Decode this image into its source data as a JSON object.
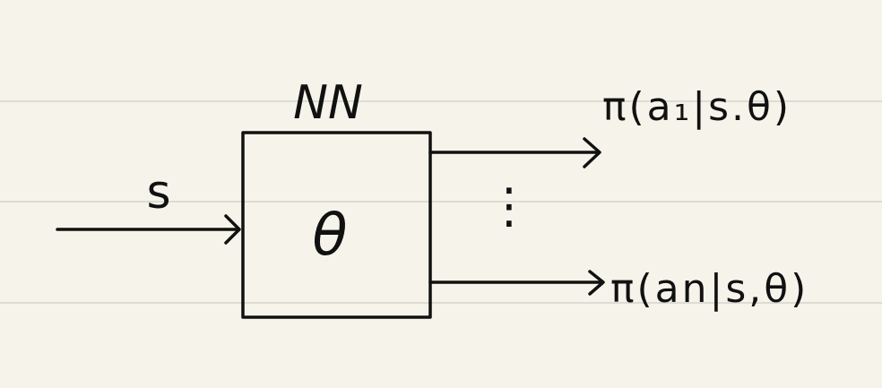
{
  "diagram": {
    "network_label": "NN",
    "input_label": "s",
    "parameter_label": "θ",
    "output_top_label": "π(a₁|s.θ)",
    "output_bottom_label": "π(an|s,θ)",
    "ellipsis": "⋮"
  },
  "colors": {
    "paper": "#f6f4ea",
    "rule_line": "#dcdcd6",
    "ink": "#111111"
  }
}
